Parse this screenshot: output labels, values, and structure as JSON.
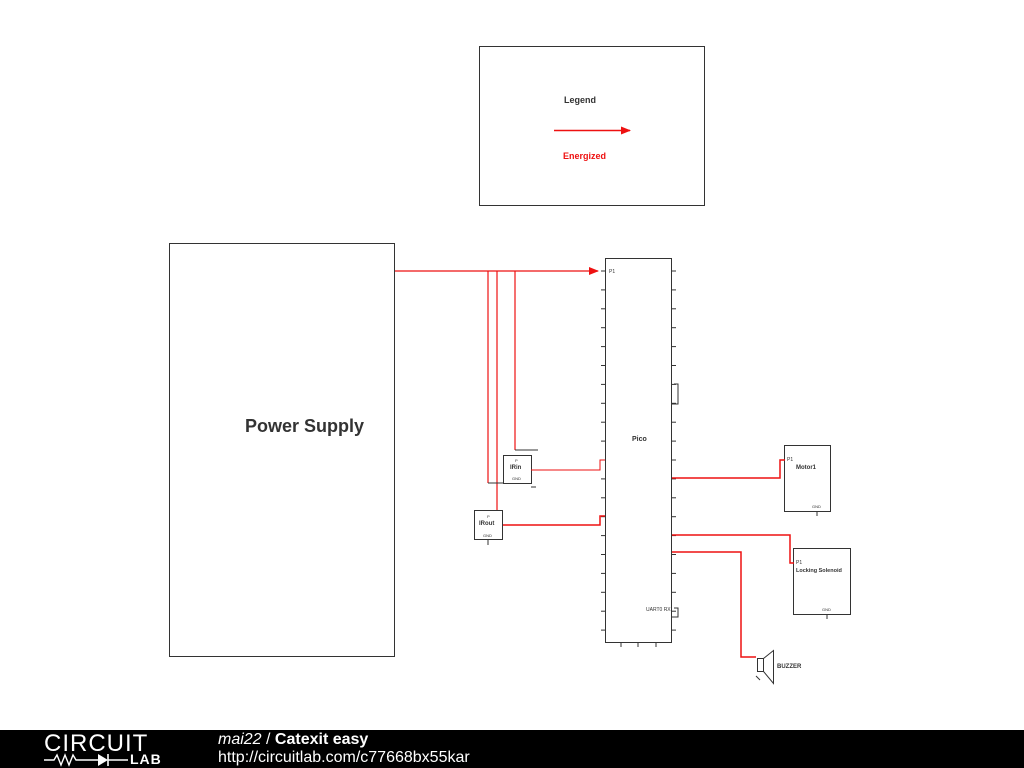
{
  "legend": {
    "title": "Legend",
    "entry": "Energized",
    "energized_color": "#ee1111"
  },
  "components": {
    "power_supply": "Power Supply",
    "pico": {
      "name": "Pico",
      "pin_p1": "P1",
      "pin_uart": "UART0 RX"
    },
    "irin": {
      "name": "IRin",
      "pin_p": "P",
      "pin_gnd": "GND"
    },
    "irout": {
      "name": "IRout",
      "pin_p": "P",
      "pin_gnd": "GND"
    },
    "motor": {
      "name": "Motor1",
      "pin_p1": "P1",
      "pin_gnd": "GND"
    },
    "solenoid": {
      "name": "Locking Solenoid",
      "pin_p1": "P1",
      "pin_gnd": "GND"
    },
    "buzzer": {
      "name": "BUZZER"
    }
  },
  "footer": {
    "logo_top": "CIRCUIT",
    "logo_bottom": "LAB",
    "user": "mai22",
    "separator": " / ",
    "project": "Catexit easy",
    "url": "http://circuitlab.com/c77668bx55kar"
  },
  "colors": {
    "wire_energized": "#ee1111",
    "wire_plain": "#333333",
    "footer_bg": "#000000"
  },
  "icons": [
    "arrow-right-icon",
    "speaker-icon",
    "resistor-diode-icon"
  ]
}
